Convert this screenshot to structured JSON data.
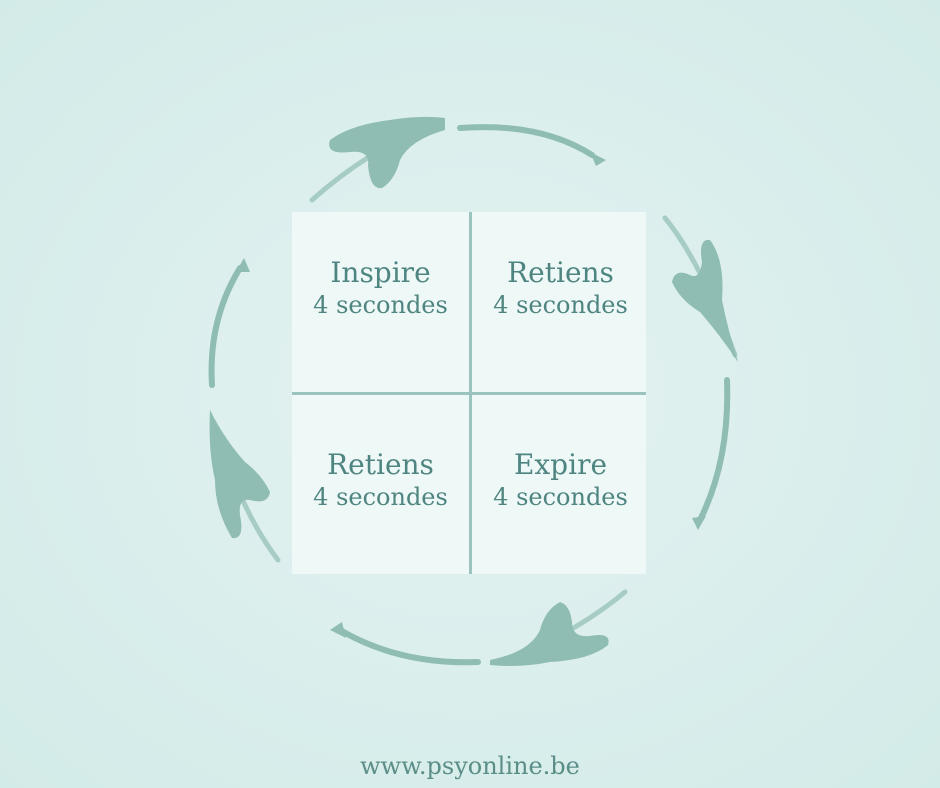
{
  "cells": [
    {
      "title": "Inspire",
      "duration": "4 secondes"
    },
    {
      "title": "Retiens",
      "duration": "4 secondes"
    },
    {
      "title": "Retiens",
      "duration": "4 secondes"
    },
    {
      "title": "Expire",
      "duration": "4 secondes"
    }
  ],
  "footer": "www.psyonline.be",
  "colors": {
    "arrow": "#8fbdb3",
    "text": "#4f8580",
    "background": "#dcefee"
  }
}
